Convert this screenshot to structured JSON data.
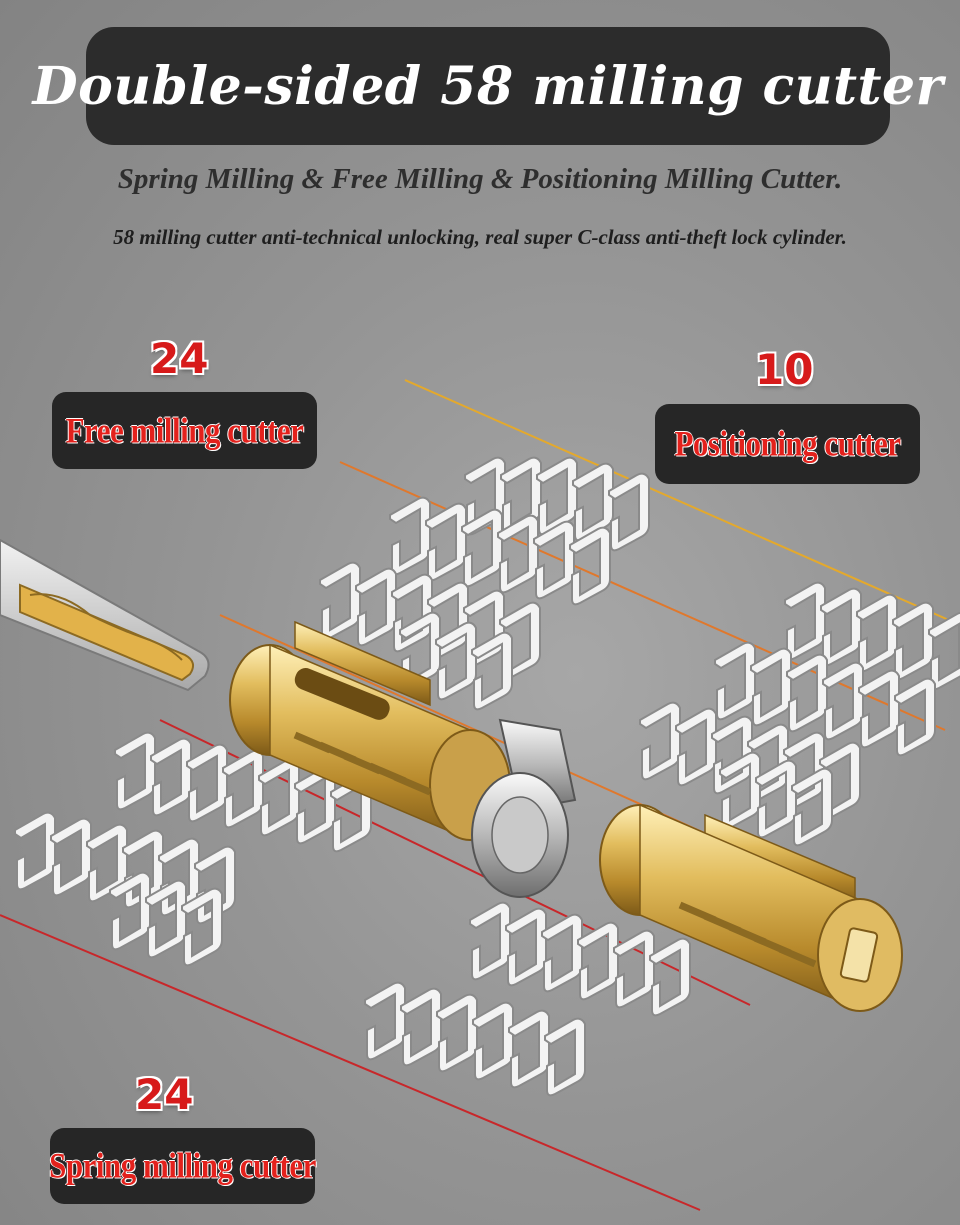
{
  "title": "Double-sided 58 milling cutter",
  "subtitle": "Spring Milling & Free Milling & Positioning Milling Cutter.",
  "tagline": "58 milling cutter anti-technical unlocking, real super C-class anti-theft lock cylinder.",
  "labels": {
    "free": {
      "count": "24",
      "text": "Free milling cutter"
    },
    "positioning": {
      "count": "10",
      "text": "Positioning cutter"
    },
    "spring": {
      "count": "24",
      "text": "Spring milling cutter"
    }
  },
  "colors": {
    "background": "#959595",
    "title_pill": "#2c2c2c",
    "label_red": "#e3211c",
    "brass": "#d9b45a",
    "chrome": "#e4e4e4"
  },
  "icons": [
    "lock-cylinder-illustration",
    "key-icon"
  ]
}
